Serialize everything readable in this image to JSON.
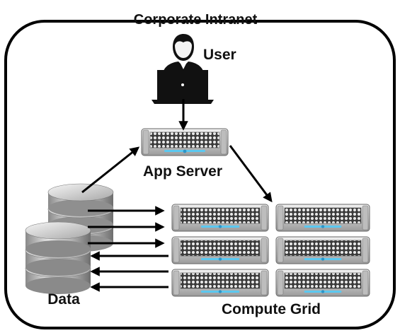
{
  "diagram": {
    "title": "Corporate Intranet",
    "nodes": {
      "user": {
        "label": "User",
        "icon": "user-laptop-icon"
      },
      "app_server": {
        "label": "App Server",
        "icon": "rack-server-icon"
      },
      "data": {
        "label": "Data",
        "icon": "database-cylinders-icon"
      },
      "compute_grid": {
        "label": "Compute Grid",
        "icon": "server-grid-icon",
        "rows": 3,
        "columns": 2
      }
    },
    "connections": [
      {
        "from": "user",
        "to": "app_server"
      },
      {
        "from": "data",
        "to": "app_server"
      },
      {
        "from": "app_server",
        "to": "compute_grid"
      },
      {
        "from": "data",
        "to": "compute_grid",
        "count": 3
      },
      {
        "from": "compute_grid",
        "to": "data",
        "count": 3
      }
    ]
  },
  "colors": {
    "border": "#000000",
    "server_body": "#c8c8c8",
    "server_led": "#5bc8f0",
    "db_silver": "#b0b0b0"
  }
}
